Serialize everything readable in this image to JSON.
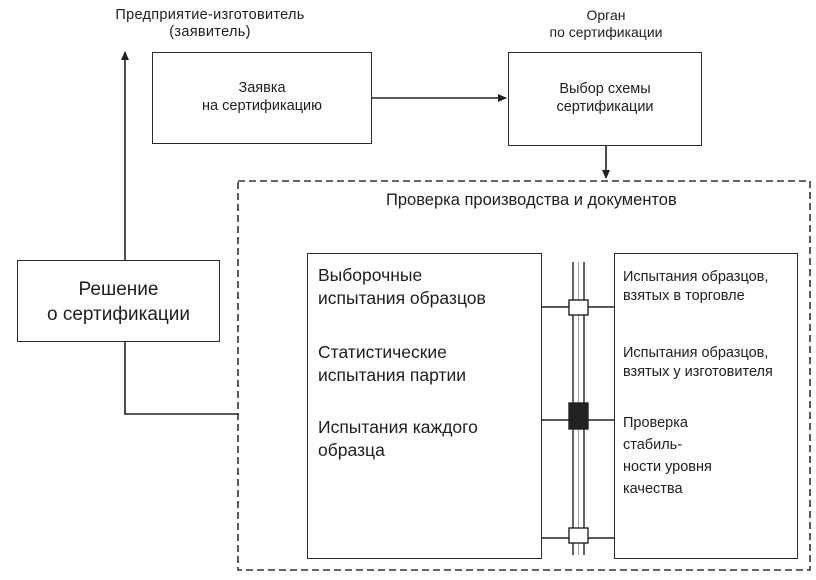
{
  "header": {
    "applicant_line1": "Предприятие-изготовитель",
    "applicant_line2": "(заявитель)",
    "body_line1": "Орган",
    "body_line2": "по сертификации"
  },
  "boxes": {
    "application": {
      "line1": "Заявка",
      "line2": "на сертификацию"
    },
    "scheme": {
      "line1": "Выбор схемы",
      "line2": "сертификации"
    },
    "decision": {
      "line1": "Решение",
      "line2": "о сертификации"
    }
  },
  "inspection": {
    "title": "Проверка производства и документов",
    "left_items": [
      {
        "line1": "Выборочные",
        "line2": "испытания образцов"
      },
      {
        "line1": "Статистические",
        "line2": "испытания партии"
      },
      {
        "line1": "Испытания каждого",
        "line2": "образца"
      }
    ],
    "right_items": [
      {
        "line1": "Испытания образцов,",
        "line2": "взятых в торговле"
      },
      {
        "line1": "Испытания образцов,",
        "line2": "взятых у изготовителя"
      },
      {
        "lines": [
          "Проверка",
          "стабиль-",
          "ности уровня",
          "качества"
        ]
      }
    ]
  }
}
